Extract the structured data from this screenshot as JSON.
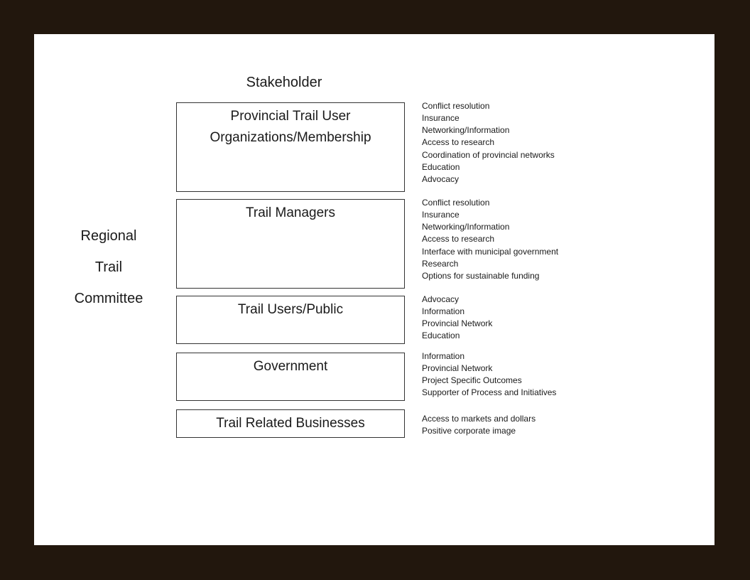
{
  "title": "Stakeholder",
  "committee": {
    "lines": [
      "Regional",
      "Trail",
      "Committee"
    ]
  },
  "stakeholders": [
    {
      "label_lines": [
        "Provincial Trail User",
        "Organizations/Membership"
      ],
      "roles": [
        "Conflict resolution",
        "Insurance",
        "Networking/Information",
        "Access to research",
        "Coordination of provincial networks",
        "Education",
        "Advocacy"
      ]
    },
    {
      "label_lines": [
        "Trail Managers"
      ],
      "roles": [
        "Conflict resolution",
        "Insurance",
        "Networking/Information",
        "Access to research",
        "Interface with municipal government",
        "Research",
        "Options for sustainable funding"
      ]
    },
    {
      "label_lines": [
        "Trail Users/Public"
      ],
      "roles": [
        "Advocacy",
        "Information",
        "Provincial Network",
        "Education"
      ]
    },
    {
      "label_lines": [
        "Government"
      ],
      "roles": [
        "Information",
        "Provincial Network",
        "Project Specific Outcomes",
        "Supporter of Process and Initiatives"
      ]
    },
    {
      "label_lines": [
        "Trail Related Businesses"
      ],
      "roles": [
        "Access to markets and dollars",
        "Positive corporate image"
      ]
    }
  ],
  "colors": {
    "frame": "#22170d",
    "background": "#ffffff",
    "text": "#1a1a1a",
    "box_border": "#333333"
  }
}
